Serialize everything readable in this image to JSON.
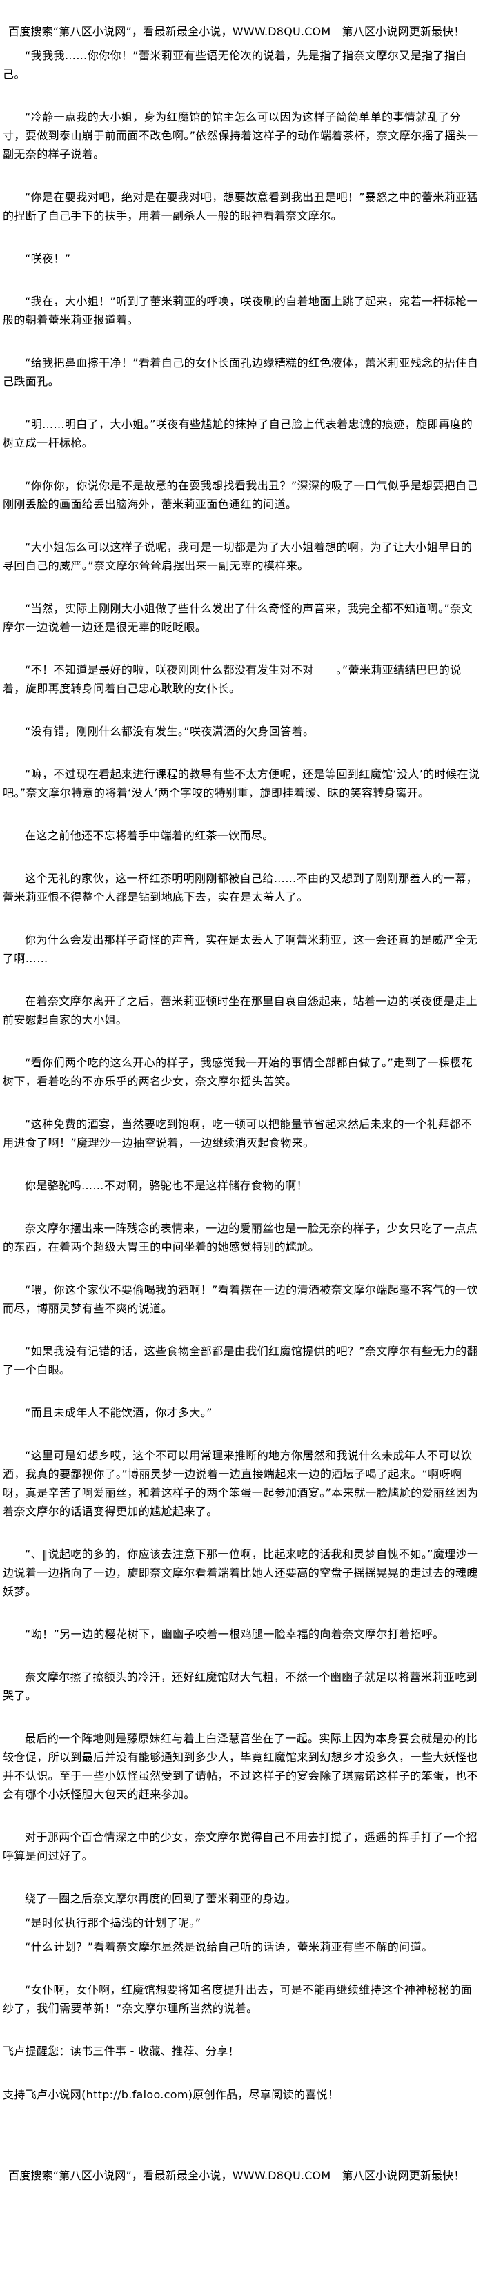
{
  "header_banner": "百度搜索“第八区小说网”，看最新最全小说，WWW.D8QU.COM　第八区小说网更新最快！",
  "paragraphs": [
    "“我我我……你你你！”蕾米莉亚有些语无伦次的说着，先是指了指奈文摩尔又是指了指自己。",
    "“冷静一点我的大小姐，身为红魔馆的馆主怎么可以因为这样子简简单单的事情就乱了分寸，要做到泰山崩于前而面不改色啊。”依然保持着这样子的动作端着茶杯，奈文摩尔摇了摇头一副无奈的样子说着。",
    "“你是在耍我对吧，绝对是在耍我对吧，想要故意看到我出丑是吧！”暴怒之中的蕾米莉亚猛的捏断了自己手下的扶手，用着一副杀人一般的眼神看着奈文摩尔。",
    "“咲夜！”",
    "“我在，大小姐！”听到了蕾米莉亚的呼唤，咲夜刷的自着地面上跳了起来，宛若一杆标枪一般的朝着蕾米莉亚报道着。",
    "“给我把鼻血擦干净！”看着自己的女仆长面孔边缘糟糕的红色液体，蕾米莉亚残念的捂住自己跌面孔。",
    "“明……明白了，大小姐。”咲夜有些尴尬的抹掉了自己脸上代表着忠诚的痕迹，旋即再度的树立成一杆标枪。",
    "“你你你，你说你是不是故意的在耍我想找看我出丑？”深深的吸了一口气似乎是想要把自己刚刚丢脸的画面给丢出脑海外，蕾米莉亚面色通红的问道。",
    "“大小姐怎么可以这样子说呢，我可是一切都是为了大小姐着想的啊，为了让大小姐早日的寻回自己的威严。”奈文摩尔耸耸肩摆出来一副无辜的模样来。",
    "“当然，实际上刚刚大小姐做了些什么发出了什么奇怪的声音来，我完全都不知道啊。”奈文摩尔一边说着一边还是很无辜的眨眨眼。",
    "“不！不知道是最好的啦，咲夜刚刚什么都没有发生对不对　　。”蕾米莉亚结结巴巴的说着，旋即再度转身问着自己忠心耿耿的女仆长。",
    "“没有错，刚刚什么都没有发生。”咲夜潇洒的欠身回答着。",
    "“嘛，不过现在看起来进行课程的教导有些不太方便呢，还是等回到红魔馆‘没人’的时候在说吧。”奈文摩尔特意的将着‘没人’两个字咬的特别重，旋即挂着暧、昧的笑容转身离开。",
    "在这之前他还不忘将着手中端着的红茶一饮而尽。",
    "这个无礼的家伙，这一杯红茶明明刚刚都被自己给……不由的又想到了刚刚那羞人的一幕，蕾米莉亚恨不得整个人都是钻到地底下去，实在是太羞人了。",
    "你为什么会发出那样子奇怪的声音，实在是太丢人了啊蕾米莉亚，这一会还真的是威严全无了啊……",
    "在着奈文摩尔离开了之后，蕾米莉亚顿时坐在那里自哀自怨起来，站着一边的咲夜便是走上前安慰起自家的大小姐。",
    "“看你们两个吃的这么开心的样子，我感觉我一开始的事情全部都白做了。”走到了一棵樱花树下，看着吃的不亦乐乎的两名少女，奈文摩尔摇头苦笑。",
    "“这种免费的酒宴，当然要吃到饱啊，吃一顿可以把能量节省起来然后未来的一个礼拜都不用进食了啊！”魔理沙一边抽空说着，一边继续消灭起食物来。",
    "你是骆驼吗……不对啊，骆驼也不是这样储存食物的啊！",
    "奈文摩尔摆出来一阵残念的表情来，一边的爱丽丝也是一脸无奈的样子，少女只吃了一点点的东西，在着两个超级大胃王的中间坐着的她感觉特别的尴尬。",
    "“喂，你这个家伙不要偷喝我的酒啊！”看着摆在一边的清酒被奈文摩尔端起毫不客气的一饮而尽，博丽灵梦有些不爽的说道。",
    "“如果我没有记错的话，这些食物全部都是由我们红魔馆提供的吧？”奈文摩尔有些无力的翻了一个白眼。",
    "“而且未成年人不能饮酒，你才多大。”",
    "“这里可是幻想乡哎，这个不可以用常理来推断的地方你居然和我说什么未成年人不可以饮酒，我真的要鄙视你了。”博丽灵梦一边说着一边直接端起来一边的酒坛子喝了起来。“啊呀啊呀，真是辛苦了啊爱丽丝，和着这样子的两个笨蛋一起参加酒宴。”本来就一脸尴尬的爱丽丝因为着奈文摩尔的话语变得更加的尴尬起来了。",
    "“、‖说起吃的多的，你应该去注意下那一位啊，比起来吃的话我和灵梦自愧不如。”魔理沙一边说着一边指向了一边，旋即奈文摩尔看着端着比她人还要高的空盘子摇摇晃晃的走过去的魂魄妖梦。",
    "“呦！”另一边的樱花树下，幽幽子咬着一根鸡腿一脸幸福的向着奈文摩尔打着招呼。",
    "奈文摩尔擦了擦额头的冷汗，还好红魔馆财大气粗，不然一个幽幽子就足以将蕾米莉亚吃到哭了。",
    "最后的一个阵地则是藤原妹红与着上白泽慧音坐在了一起。实际上因为本身宴会就是办的比较仓促，所以到最后并没有能够通知到多少人，毕竟红魔馆来到幻想乡才没多久，一些大妖怪也并不认识。至于一些小妖怪虽然受到了请帖，不过这样子的宴会除了琪露诺这样子的笨蛋，也不会有哪个小妖怪胆大包天的赶来参加。",
    "对于那两个百合情深之中的少女，奈文摩尔觉得自己不用去打搅了，遥遥的挥手打了一个招呼算是问过好了。",
    "绕了一圈之后奈文摩尔再度的回到了蕾米莉亚的身边。",
    "“是时候执行那个捣浅的计划了呢。”",
    "“什么计划？”看着奈文摩尔显然是说给自己听的话语，蕾米莉亚有些不解的问道。",
    "“女仆啊，女仆啊，红魔馆想要将知名度提升出去，可是不能再继续维持这个神神秘秘的面纱了，我们需要革新！”奈文摩尔理所当然的说着。"
  ],
  "reminder": "飞卢提醒您：读书三件事 - 收藏、推荐、分享！",
  "support_note": "支持飞卢小说网(http://b.faloo.com)原创作品，尽享阅读的喜悦！",
  "footer_banner": "百度搜索“第八区小说网”，看最新最全小说，WWW.D8QU.COM　第八区小说网更新最快！"
}
